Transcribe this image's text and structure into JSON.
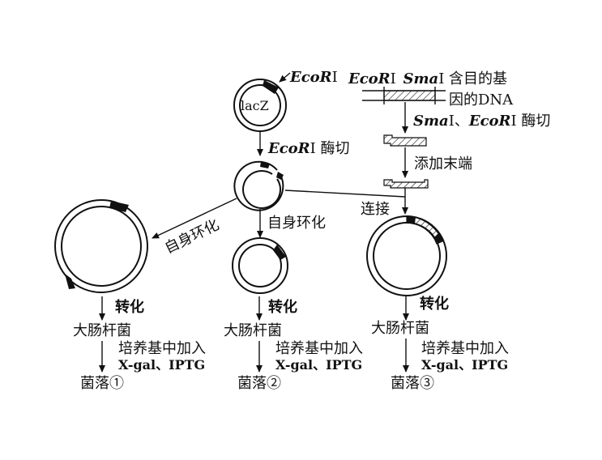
{
  "labels": {
    "ecori_top": "EcoR",
    "roman_one": "Ⅰ",
    "ecori_dna": "EcoR",
    "smai_dna": "Sma",
    "target_gene_line1": "含目的基",
    "target_gene_line2": "因的DNA",
    "lacz": "lacZ",
    "ecori_digest_prefix": "EcoR",
    "ecori_digest_suffix": "Ⅰ 酶切",
    "smai_ecori_digest_a": "Sma",
    "smai_ecori_digest_b": "Ⅰ、",
    "smai_ecori_digest_c": "EcoR",
    "smai_ecori_digest_d": "Ⅰ 酶切",
    "add_ends": "添加末端",
    "ligation": "连接",
    "self_circularize_1": "自身环化",
    "self_circularize_2": "自身环化",
    "transform": "转化",
    "ecoli": "大肠杆菌",
    "medium_line1": "培养基中加入",
    "medium_line2": "X-gal、IPTG",
    "colony_1": "菌落①",
    "colony_2": "菌落②",
    "colony_3": "菌落③"
  }
}
